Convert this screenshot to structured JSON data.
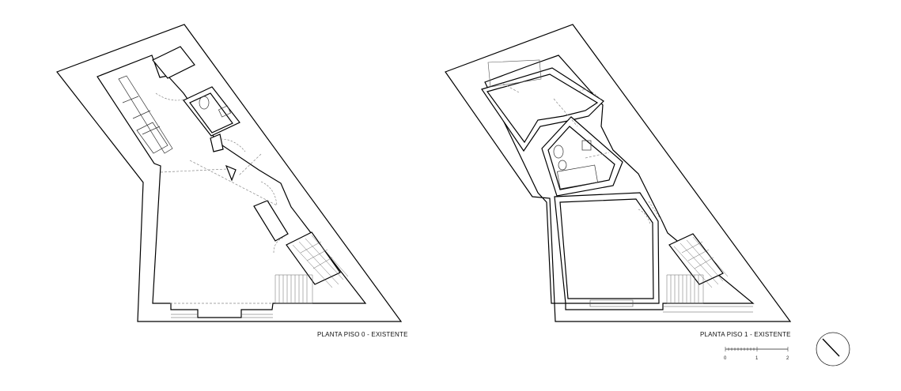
{
  "plans": [
    {
      "caption": "PLANTA PISO 0 - EXISTENTE"
    },
    {
      "caption": "PLANTA PISO 1 - EXISTENTE"
    }
  ],
  "scale_bar": {
    "labels": [
      "0",
      "1",
      "2"
    ]
  },
  "north_arrow": {
    "icon": "north-arrow-icon"
  },
  "colors": {
    "line": "#000000",
    "background": "#ffffff"
  }
}
